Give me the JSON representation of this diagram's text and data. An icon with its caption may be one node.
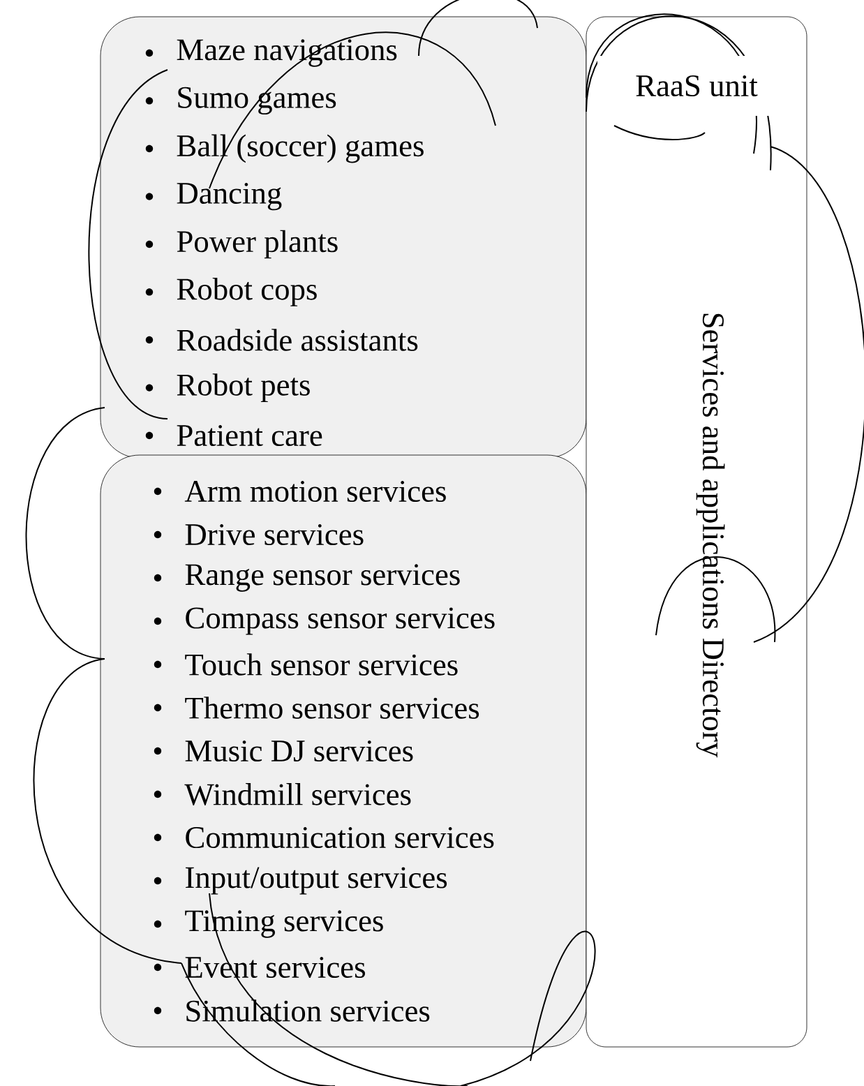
{
  "diagram": {
    "nodes": [
      {
        "text": [
          "Maze navigations",
          "Sumo games",
          "Ball (soccer) games",
          "Dancing",
          "Power plants",
          "Robot cops",
          "Roadside assistants",
          "Robot pets",
          "Patient care"
        ]
      },
      {
        "text": [
          "Arm motion services",
          "Drive services",
          "Range sensor services",
          "Compass sensor services",
          "Touch sensor services",
          "Thermo sensor services",
          "Music DJ services",
          "Windmill services",
          "Communication services",
          "Input/output services",
          "Timing services",
          "Event services",
          "Simulation services"
        ]
      },
      {
        "text": [
          "Services and applications Directory"
        ]
      },
      {
        "text": [
          "RaaS unit"
        ],
        "in": 2
      }
    ]
  }
}
